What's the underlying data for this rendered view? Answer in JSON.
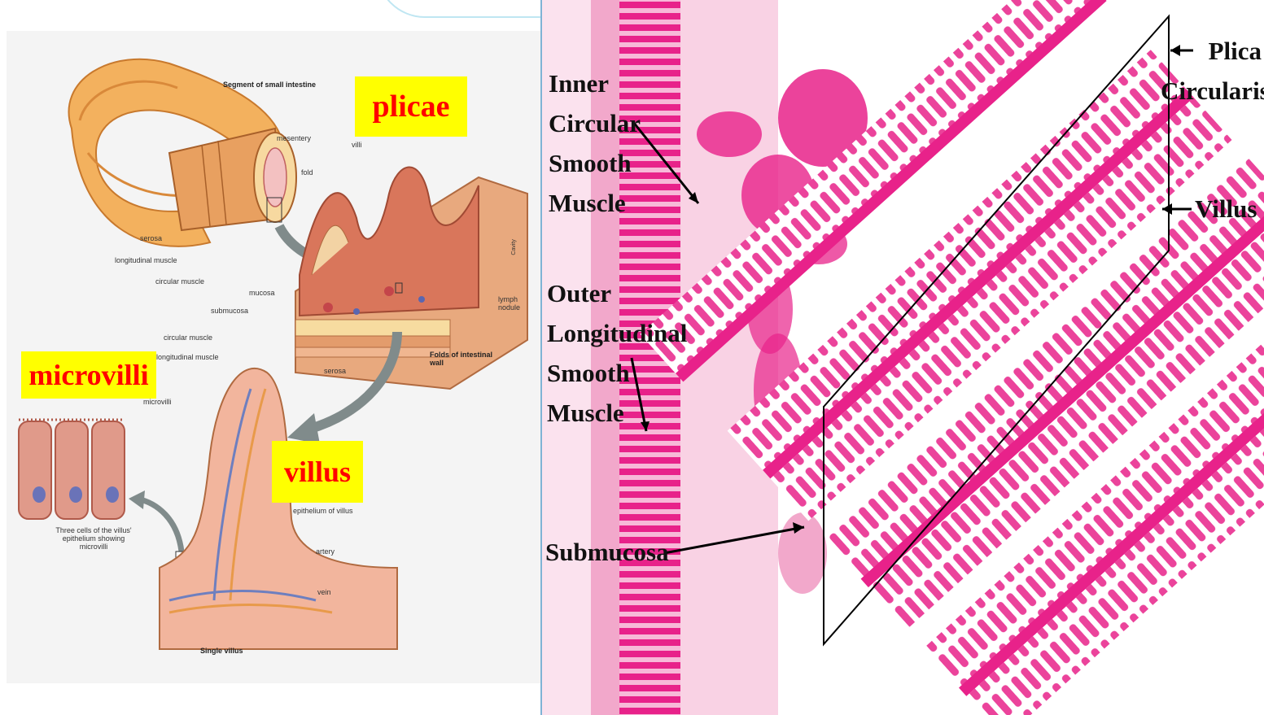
{
  "left_diagram": {
    "segment_heading": "Segment of small intestine",
    "labels": {
      "mesentery": "mesentery",
      "fold": "fold",
      "villi": "villi",
      "serosa_top": "serosa",
      "longitudinal_muscle_top": "longitudinal muscle",
      "circular_muscle_top": "circular muscle",
      "mucosa": "mucosa",
      "submucosa": "submucosa",
      "lymph_nodule": "lymph nodule",
      "cavity": "Cavity",
      "circular_muscle_mid": "circular muscle",
      "longitudinal_muscle_mid": "longitudinal muscle",
      "serosa_mid": "serosa",
      "folds_caption": "Folds of intestinal wall",
      "microvilli_small": "microvilli",
      "epithelium_of_villus": "epithelium of villus",
      "artery": "artery",
      "vein": "vein",
      "three_cells_caption": "Three cells of the villus' epithelium showing microvilli",
      "single_villus": "Single villus"
    },
    "tags": {
      "plicae": "plicae",
      "microvilli": "microvilli",
      "villus": "villus"
    },
    "colors": {
      "tag_bg": "#ffff00",
      "tag_text": "#ff0000"
    }
  },
  "right_histology": {
    "labels": {
      "inner_circular": [
        "Inner",
        "Circular",
        "Smooth",
        "Muscle"
      ],
      "outer_longitudinal": [
        "Outer",
        "Longitudinal",
        "Smooth",
        "Muscle"
      ],
      "submucosa": "Submucosa",
      "plica_circularis": [
        "Plica",
        "Circularis"
      ],
      "villus": "Villus"
    },
    "colors": {
      "stain": "#e8228a",
      "stain_light": "#f7b9d8",
      "accent_border": "#7fb3d5"
    }
  }
}
